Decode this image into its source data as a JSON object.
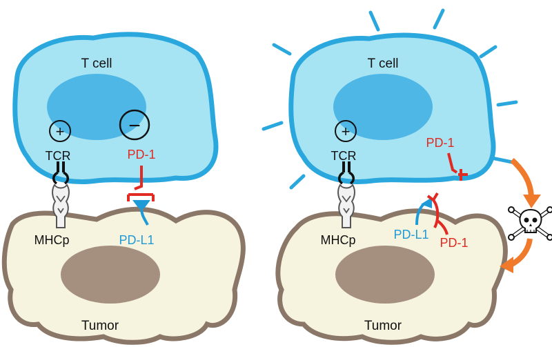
{
  "colors": {
    "tcell_fill": "#a6e4f4",
    "tcell_stroke": "#2aa7dd",
    "nucleus_tcell": "#4fb7e6",
    "tumor_fill": "#f6f3de",
    "tumor_stroke": "#8b7767",
    "nucleus_tumor": "#a58f7f",
    "pd1": "#e02a22",
    "pdl1": "#1e9ad6",
    "arrow": "#f07a2c",
    "text": "#111111"
  },
  "left_panel": {
    "tcell_label": "T cell",
    "plus_symbol": "+",
    "minus_symbol": "−",
    "tcr_label": "TCR",
    "pd1_label": "PD-1",
    "mhcp_label": "MHCp",
    "pdl1_label": "PD-L1",
    "tumor_label": "Tumor"
  },
  "right_panel": {
    "tcell_label": "T cell",
    "plus_symbol": "+",
    "tcr_label": "TCR",
    "pd1_tcell_label": "PD-1",
    "mhcp_label": "MHCp",
    "pdl1_label": "PD-L1",
    "pd1_tumor_label": "PD-1",
    "tumor_label": "Tumor",
    "death_icon": "skull-crossbones-icon"
  }
}
